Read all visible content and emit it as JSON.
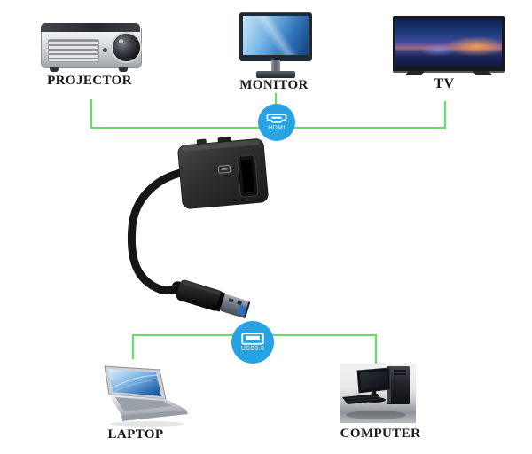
{
  "scene": {
    "background": "#ffffff",
    "description": "USB 3.0 to HDMI adapter device-compatibility diagram"
  },
  "colors": {
    "connector_line": "#67DC67",
    "badge_blue": "#27A3E4",
    "label_text": "#191919"
  },
  "top_devices": [
    {
      "id": "projector",
      "label": "PROJECTOR",
      "icon": "projector-icon"
    },
    {
      "id": "monitor",
      "label": "MONITOR",
      "icon": "monitor-icon"
    },
    {
      "id": "tv",
      "label": "TV",
      "icon": "tv-icon"
    }
  ],
  "bottom_devices": [
    {
      "id": "laptop",
      "label": "LAPTOP",
      "icon": "laptop-icon"
    },
    {
      "id": "computer",
      "label": "COMPUTER",
      "icon": "desktop-computer-icon"
    }
  ],
  "hdmi_badge": {
    "label": "HDMI",
    "icon": "hdmi-port-icon"
  },
  "usb_badge": {
    "label": "USB3.0",
    "icon": "usb-a-port-icon"
  },
  "product": {
    "icon": "usb3-to-hdmi-adapter-photo"
  }
}
